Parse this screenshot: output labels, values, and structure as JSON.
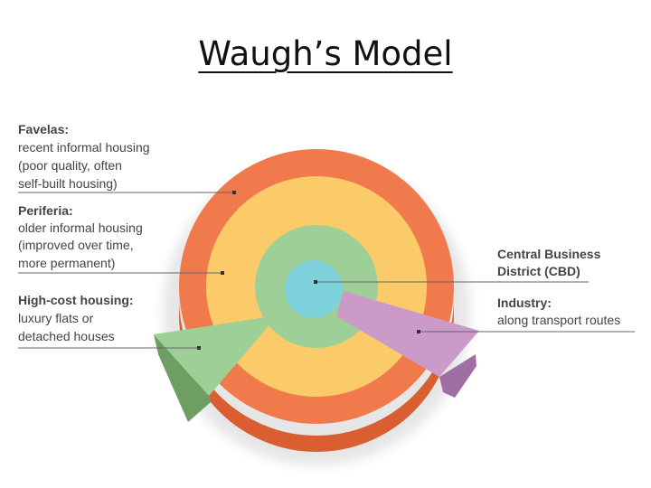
{
  "title": "Waugh’s Model",
  "labels": {
    "favelas": {
      "heading": "Favelas:",
      "lines": [
        "recent informal housing",
        "(poor quality, often",
        "self-built housing)"
      ]
    },
    "periferia": {
      "heading": "Periferia:",
      "lines": [
        "older informal housing",
        "(improved over time,",
        "more permanent)"
      ]
    },
    "high_cost": {
      "heading": "High-cost housing:",
      "lines": [
        "luxury flats or",
        "detached houses"
      ]
    },
    "cbd": {
      "heading_lines": [
        "Central Business",
        "District (CBD)"
      ]
    },
    "industry": {
      "heading": "Industry:",
      "lines": [
        "along transport routes"
      ]
    }
  },
  "colors": {
    "favelas": "#f07a4c",
    "favelas_side": "#d95f33",
    "periferia": "#fbcb6a",
    "high_cost": "#9dcf96",
    "high_cost_side": "#6f9e63",
    "cbd": "#7fd2db",
    "industry": "#cc9ac9",
    "industry_side": "#9f6fa3"
  }
}
